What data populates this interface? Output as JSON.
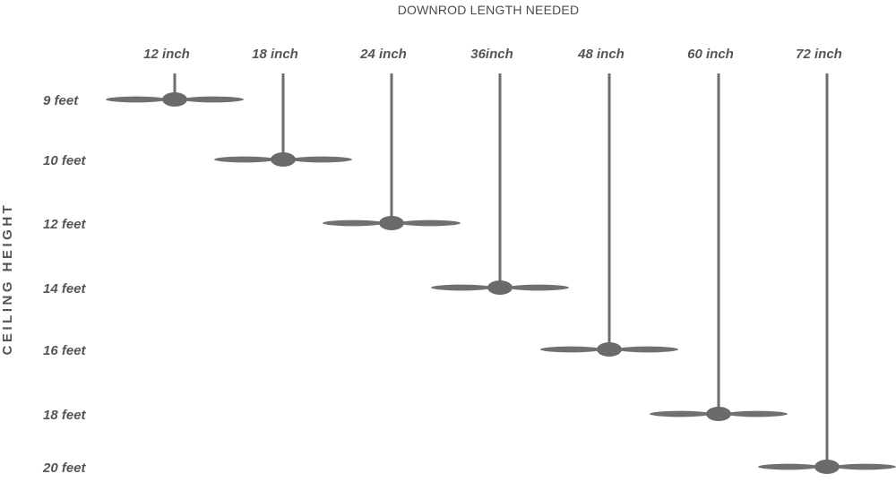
{
  "title": "DOWNROD LENGTH NEEDED",
  "ylabel": "CEILING HEIGHT",
  "colors": {
    "fan": "#707070",
    "text": "#555555",
    "background": "#ffffff"
  },
  "downrods": [
    {
      "label": "12 inch",
      "ceiling": "9 feet"
    },
    {
      "label": "18 inch",
      "ceiling": "10 feet"
    },
    {
      "label": "24 inch",
      "ceiling": "12 feet"
    },
    {
      "label": "36inch",
      "ceiling": "14 feet"
    },
    {
      "label": "48 inch",
      "ceiling": "16 feet"
    },
    {
      "label": "60 inch",
      "ceiling": "18 feet"
    },
    {
      "label": "72 inch",
      "ceiling": "20 feet"
    }
  ]
}
